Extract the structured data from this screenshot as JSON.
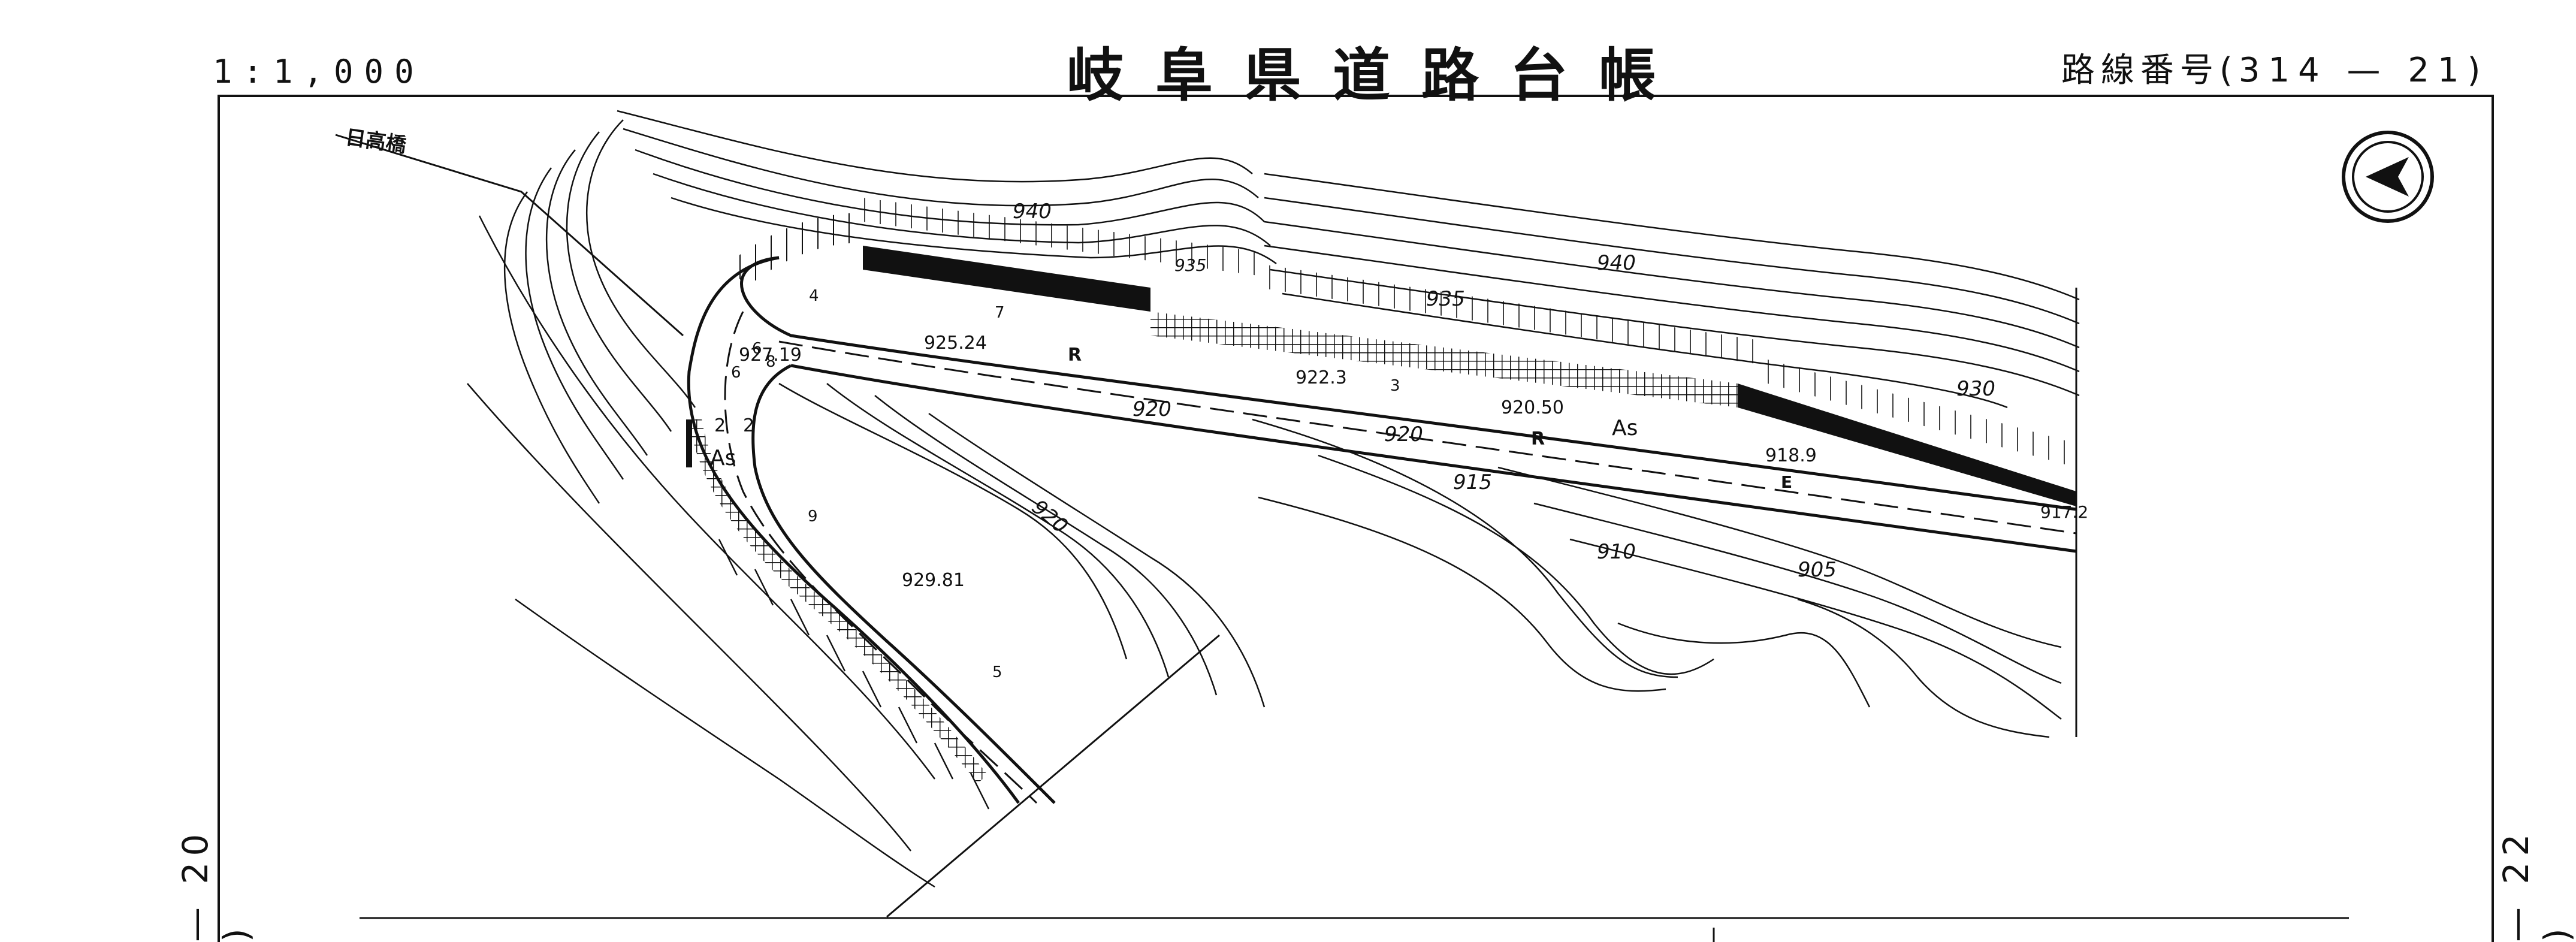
{
  "header": {
    "scale": "1:1,000",
    "title": "岐阜県道路台帳",
    "route_label": "路線番号(",
    "route_number": "314 — 21",
    "route_close": ")"
  },
  "side": {
    "left": "— 20 )",
    "right": "— 22 )"
  },
  "map": {
    "bridge_name": "日高橋",
    "north_arrow": "north-arrow-icon",
    "contours": [
      "940",
      "935",
      "940",
      "935",
      "930",
      "920",
      "920",
      "915",
      "910",
      "905",
      "920"
    ],
    "elevations": [
      "927.19",
      "925.24",
      "922.3",
      "920.50",
      "918.9",
      "917.2",
      "929.81"
    ],
    "surface_labels": [
      "As",
      "As",
      "R",
      "R",
      "E"
    ],
    "stations": [
      "6",
      "8",
      "6",
      "2",
      "2",
      "4",
      "5",
      "9",
      "7",
      "3"
    ]
  },
  "colors": {
    "ink": "#111111",
    "paper": "#ffffff"
  }
}
